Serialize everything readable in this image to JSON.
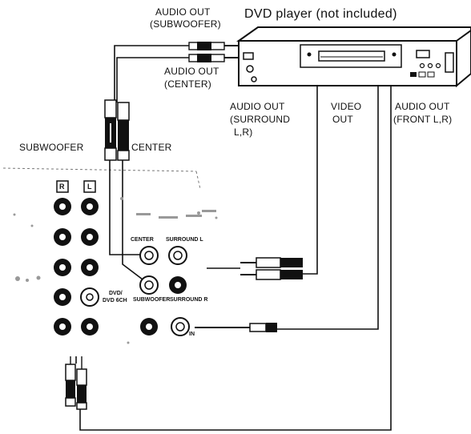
{
  "dvd_player": {
    "title": "DVD player (not included)"
  },
  "labels": {
    "audio_out_subwoofer_1": "AUDIO OUT",
    "audio_out_subwoofer_2": "(SUBWOOFER)",
    "audio_out_center_1": "AUDIO OUT",
    "audio_out_center_2": "(CENTER)",
    "audio_out_surround_1": "AUDIO OUT",
    "audio_out_surround_2": "(SURROUND",
    "audio_out_surround_3": "L,R)",
    "video_out_1": "VIDEO",
    "video_out_2": "OUT",
    "audio_out_front_1": "AUDIO OUT",
    "audio_out_front_2": "(FRONT L,R)",
    "subwoofer_plug": "SUBWOOFER",
    "center_plug": "CENTER"
  },
  "panel": {
    "r_label": "R",
    "l_label": "L",
    "center": "CENTER",
    "surround_l": "SURROUND L",
    "subwoofer": "SUBWOOFER",
    "surround_r": "SURROUND R",
    "dvd_6ch_1": "DVD/",
    "dvd_6ch_2": "DVD 6CH",
    "in": "IN"
  },
  "icons": [
    "dvd-player-icon",
    "rca-plug-icon",
    "rca-jack-icon"
  ],
  "colors": {
    "ink": "#111111",
    "paper": "#ffffff"
  }
}
